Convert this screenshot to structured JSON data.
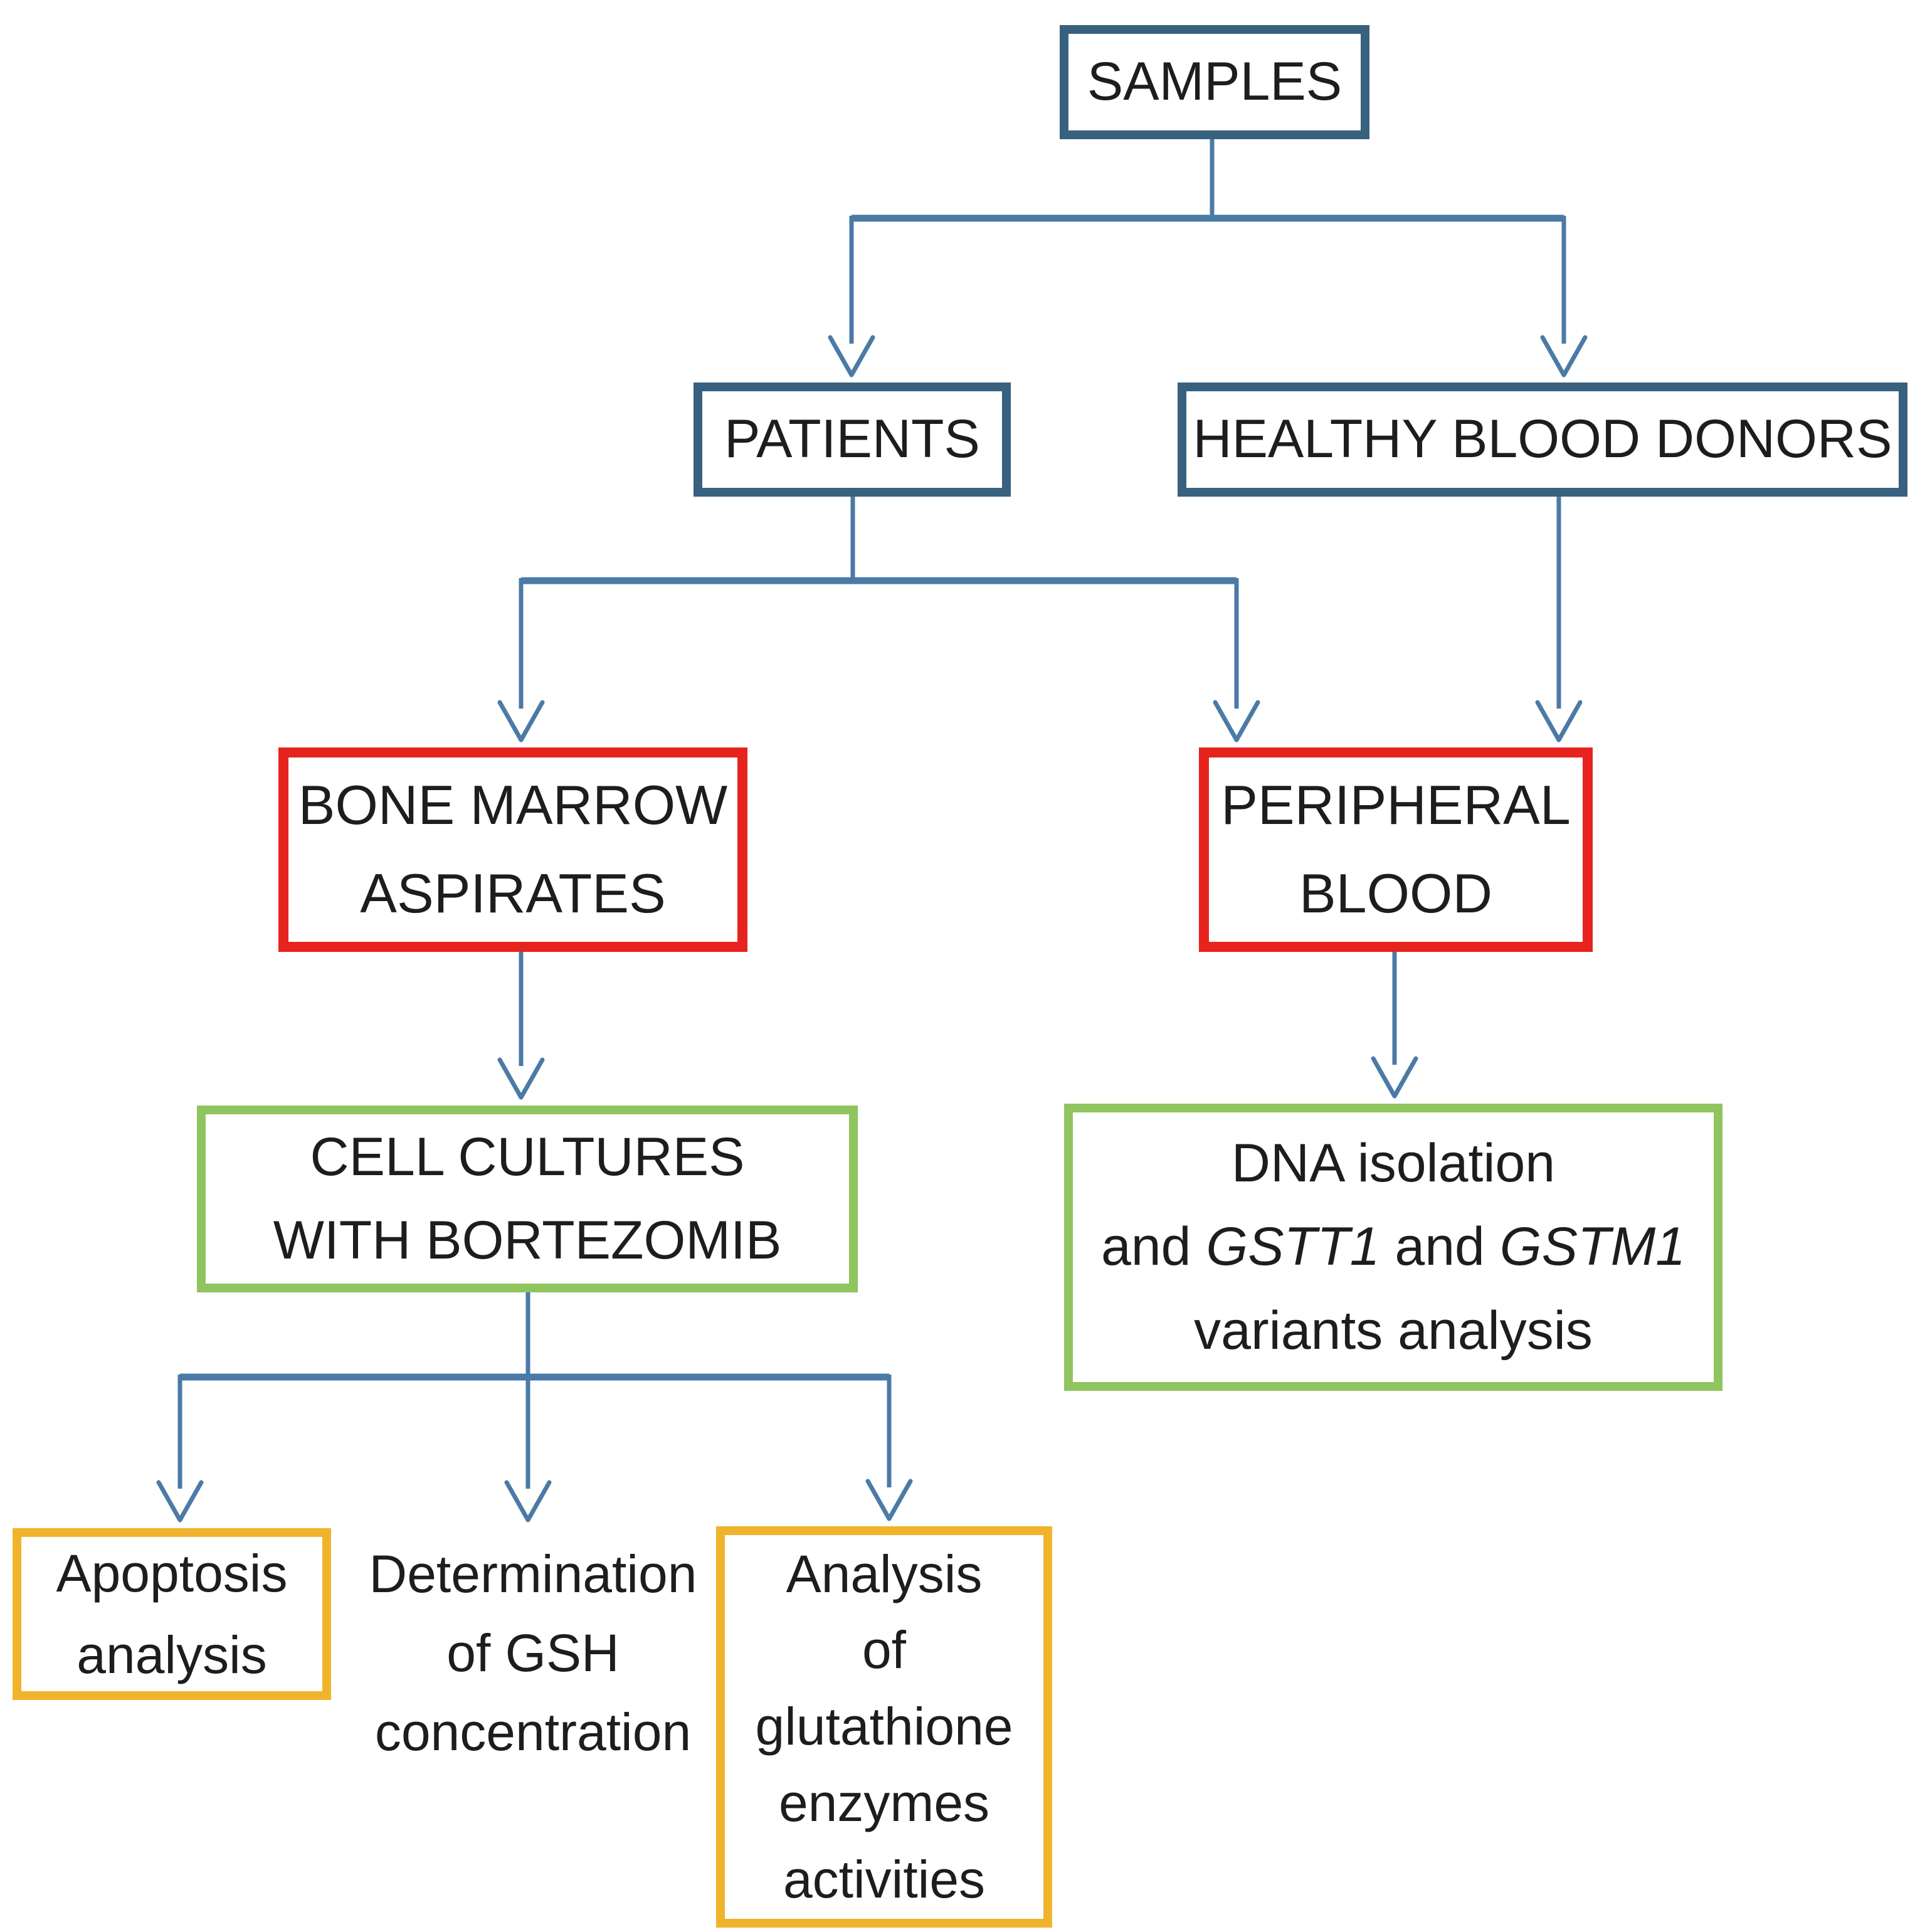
{
  "colors": {
    "blue_border": "#38607f",
    "red_border": "#e6231d",
    "green_border": "#8fc45f",
    "yellow_border": "#f0b42c",
    "connector": "#4b7aa6",
    "text": "#1d1d1d",
    "background": "#ffffff"
  },
  "nodes": {
    "samples": {
      "label": "SAMPLES"
    },
    "patients": {
      "label": "PATIENTS"
    },
    "donors": {
      "label": "HEALTHY BLOOD DONORS"
    },
    "bone_marrow": {
      "line1": "BONE MARROW",
      "line2": "ASPIRATES"
    },
    "peripheral": {
      "line1": "PERIPHERAL",
      "line2": "BLOOD"
    },
    "cell_cultures": {
      "line1": "CELL CULTURES",
      "line2": "WITH BORTEZOMIB"
    },
    "dna": {
      "line1": "DNA isolation",
      "line2_a": "and ",
      "line2_gene1": "GSTT1",
      "line2_b": " and ",
      "line2_gene2": "GSTM1",
      "line3": "variants analysis"
    },
    "apoptosis": {
      "line1": "Apoptosis",
      "line2": "analysis"
    },
    "gsh": {
      "line1": "Determination",
      "line2": "of GSH",
      "line3": "concentration"
    },
    "glutathione": {
      "line1": "Analysis",
      "line2": "of",
      "line3": "glutathione",
      "line4": "enzymes",
      "line5": "activities"
    }
  }
}
